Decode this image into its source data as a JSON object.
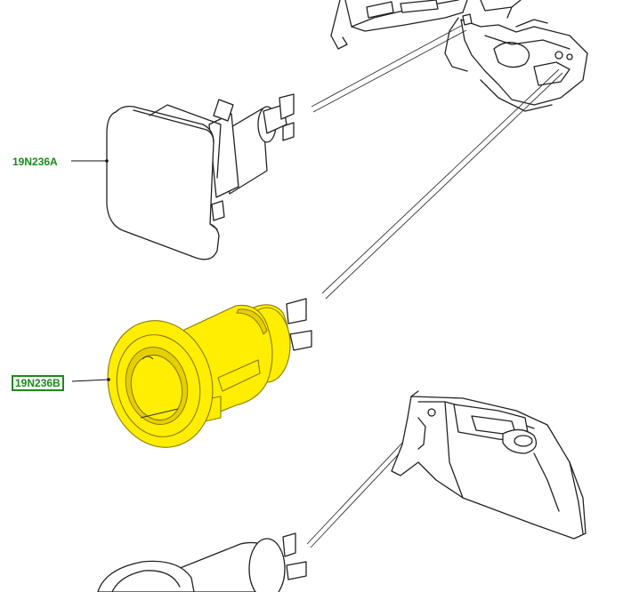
{
  "callouts": [
    {
      "id": "19N236A",
      "label": "19N236A",
      "highlighted": false
    },
    {
      "id": "19N236B",
      "label": "19N236B",
      "highlighted": true
    }
  ],
  "colors": {
    "label": "#1a8a1a",
    "highlight": "#ffee00",
    "line": "#222222"
  }
}
